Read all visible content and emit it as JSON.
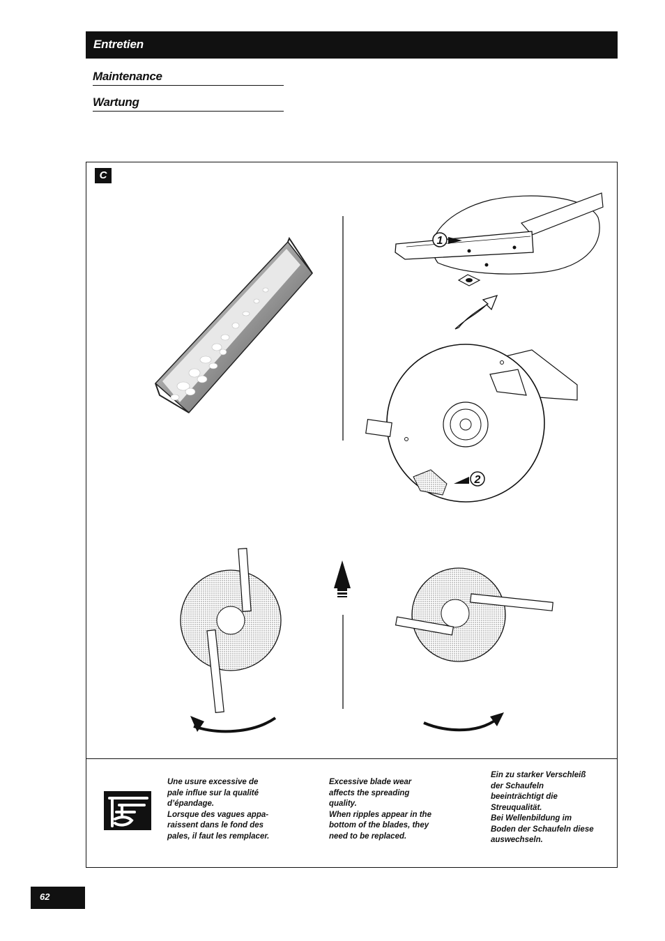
{
  "header": {
    "section_title": "Entretien"
  },
  "subtitles": [
    "Maintenance",
    "Wartung"
  ],
  "figure": {
    "badge": "C",
    "callouts": [
      "1",
      "2"
    ]
  },
  "notes": {
    "fr": "Une usure excessive de\npale influe sur la qualité\nd’épandage.\nLorsque des vagues appa-\nraissent dans le fond des\npales, il faut les remplacer.",
    "en": "Excessive blade wear\naffects the spreading\nquality.\nWhen ripples appear in the\nbottom of the blades, they\nneed to be replaced.",
    "de": "Ein zu starker Verschleiß\nder Schaufeln\nbeeinträchtigt die\nStreuqualität.\nBei Wellenbildung im\nBoden der Schaufeln diese\nauswechseln."
  },
  "footer": {
    "page_number": "62"
  },
  "icons": [
    "worn-blade-photo",
    "spreader-disc-icon",
    "blade-icon",
    "wing-nut-icon",
    "curved-arrow-icon",
    "rotation-arrow-icon",
    "up-arrow-icon",
    "note-hand-icon"
  ]
}
